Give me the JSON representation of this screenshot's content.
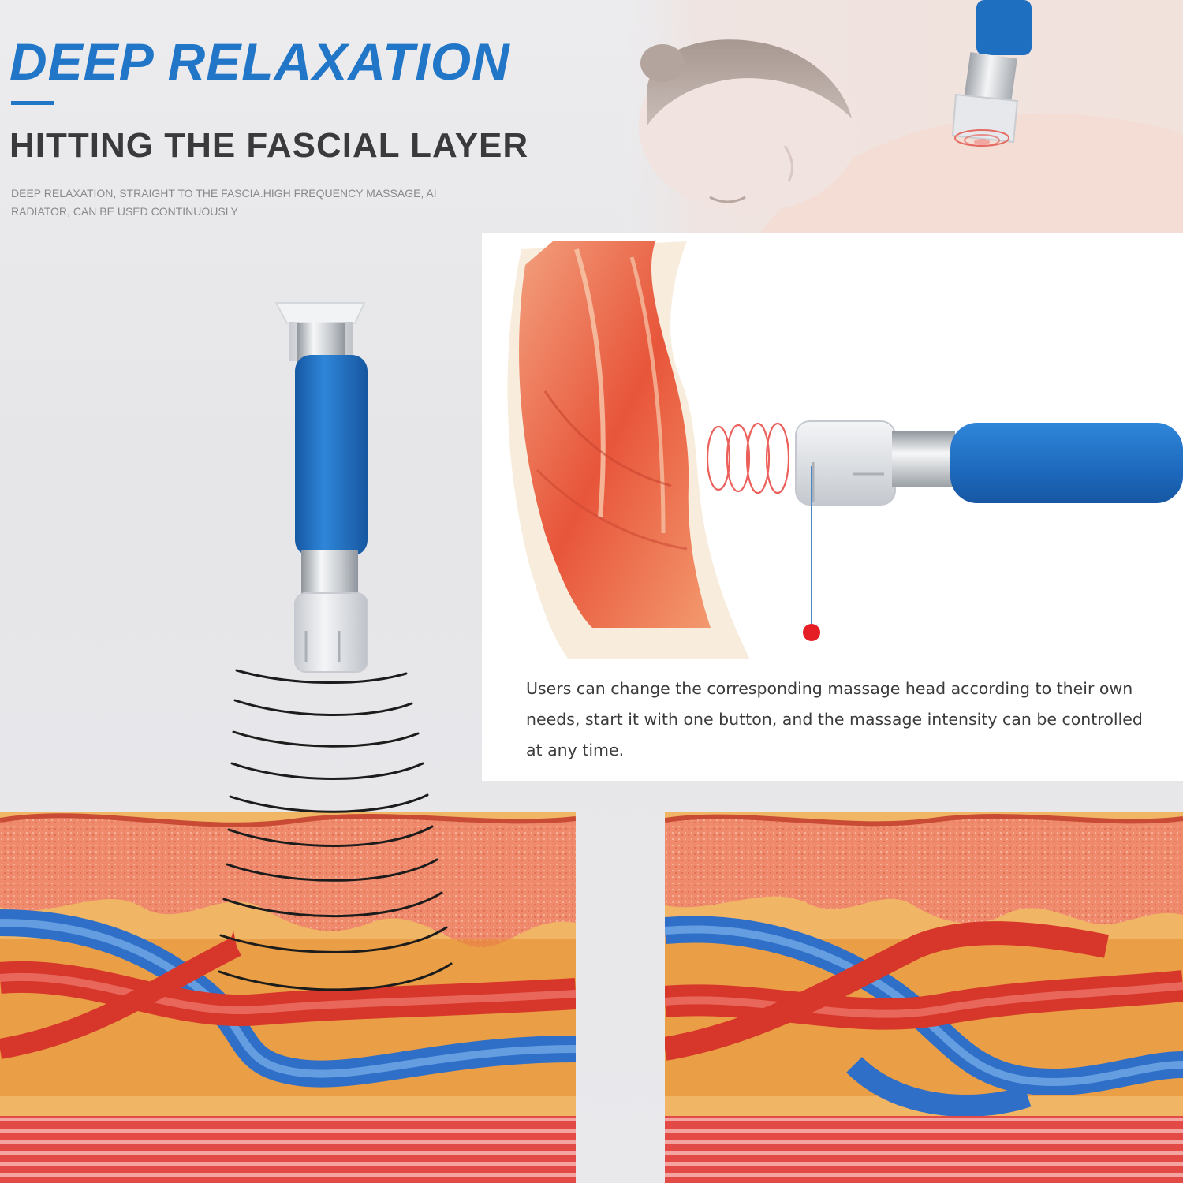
{
  "header": {
    "title": "DEEP RELAXATION",
    "subtitle": "HITTING THE FASCIAL LAYER",
    "description": "DEEP RELAXATION, STRAIGHT TO THE FASCIA.HIGH FREQUENCY MASSAGE, AI RADIATOR, CAN BE USED CONTINUOUSLY"
  },
  "panel": {
    "caption": "Users can change the corresponding massage head according to their own needs, start it with one button, and the massage intensity can be controlled at any time."
  },
  "colors": {
    "accent_blue": "#2176c7",
    "device_blue": "#1f6fc0",
    "muscle_red": "#e8553a",
    "fat_orange": "#e8952e",
    "vein_blue": "#3a7fd6",
    "artery_red": "#d8342a"
  }
}
